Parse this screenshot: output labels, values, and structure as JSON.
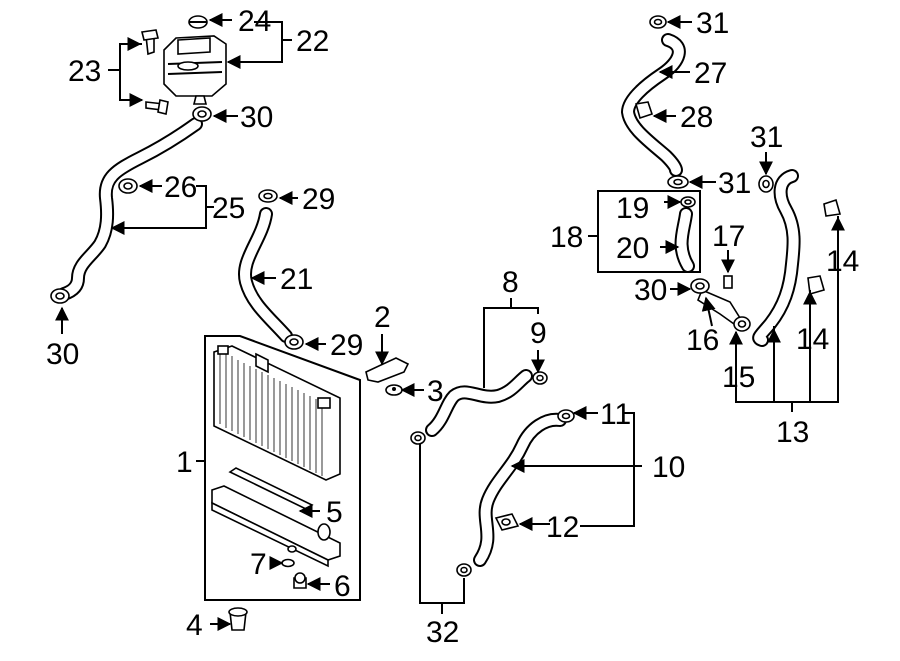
{
  "callouts": {
    "c1": "1",
    "c2": "2",
    "c3": "3",
    "c4": "4",
    "c5": "5",
    "c6": "6",
    "c7": "7",
    "c8": "8",
    "c9": "9",
    "c10": "10",
    "c11": "11",
    "c12": "12",
    "c13": "13",
    "c14a": "14",
    "c14b": "14",
    "c15": "15",
    "c16": "16",
    "c17": "17",
    "c18": "18",
    "c19": "19",
    "c20": "20",
    "c21": "21",
    "c22": "22",
    "c23": "23",
    "c24": "24",
    "c25": "25",
    "c26": "26",
    "c27": "27",
    "c28": "28",
    "c29a": "29",
    "c29b": "29",
    "c30a": "30",
    "c30b": "30",
    "c30c": "30",
    "c31a": "31",
    "c31b": "31",
    "c31c": "31",
    "c32": "32"
  }
}
